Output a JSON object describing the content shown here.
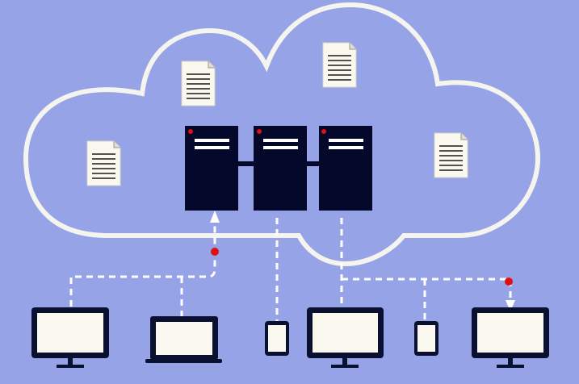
{
  "colors": {
    "background": "#96a3e6",
    "cloud_outline": "#f6f4ee",
    "server": "#04092c",
    "server_slot": "#ffffff",
    "indicator": "#e01010",
    "screen": "#faf8ef",
    "device_frame": "#0a1030",
    "connection": "#ffffff"
  },
  "icons": {
    "cloud": "cloud-outline-icon",
    "document": "document-icon",
    "server": "server-rack-icon",
    "monitor": "desktop-monitor-icon",
    "laptop": "laptop-icon",
    "phone": "smartphone-icon",
    "tablet": "tablet-icon",
    "upload_arrow": "arrow-up-icon",
    "download_arrow": "arrow-down-icon"
  },
  "diagram": {
    "servers": [
      "server-1",
      "server-2",
      "server-3"
    ],
    "documents": [
      "document-1",
      "document-2",
      "document-3",
      "document-4"
    ],
    "devices": [
      "desktop-monitor",
      "laptop",
      "smartphone",
      "desktop-monitor",
      "tablet",
      "desktop-monitor"
    ]
  }
}
